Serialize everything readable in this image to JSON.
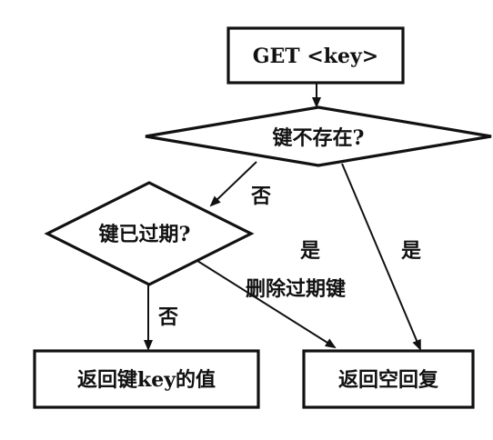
{
  "nodes": {
    "get": "GET <key>",
    "not_exist": "键不存在?",
    "expired": "键已过期?",
    "return_value": "返回键key的值",
    "return_empty": "返回空回复"
  },
  "edges": {
    "not_exist_no": "否",
    "not_exist_yes": "是",
    "expired_no": "否",
    "expired_yes": "是",
    "expired_yes_action": "删除过期键"
  }
}
